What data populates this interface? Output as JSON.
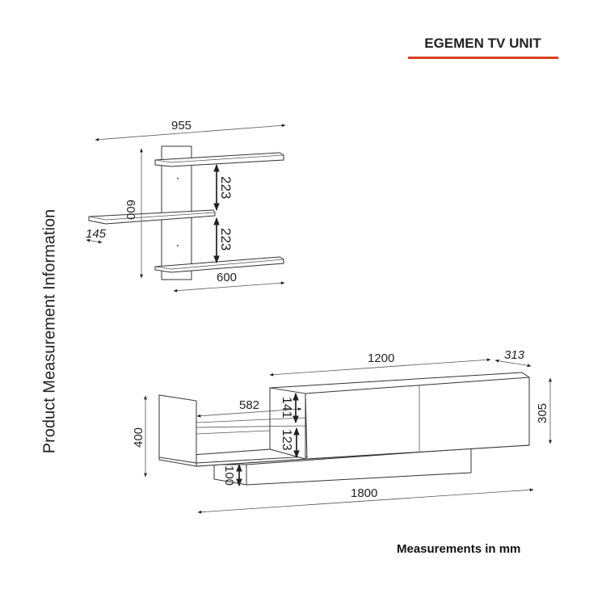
{
  "title": "EGEMEN TV UNIT",
  "side_label": "Product Measurement Information",
  "note": "Measurements in mm",
  "colors": {
    "accent": "#d9401f"
  },
  "shelf_unit": {
    "width_total": "955",
    "height": "600",
    "spacing_upper": "223",
    "spacing_lower": "223",
    "depth": "145",
    "shelf_width": "600"
  },
  "tv_unit": {
    "cabinet_width": "1200",
    "cabinet_depth": "313",
    "cabinet_height": "305",
    "open_shelf_width": "582",
    "upper_gap": "141",
    "lower_gap": "123",
    "total_height": "400",
    "plinth_height": "100",
    "total_width": "1800"
  }
}
